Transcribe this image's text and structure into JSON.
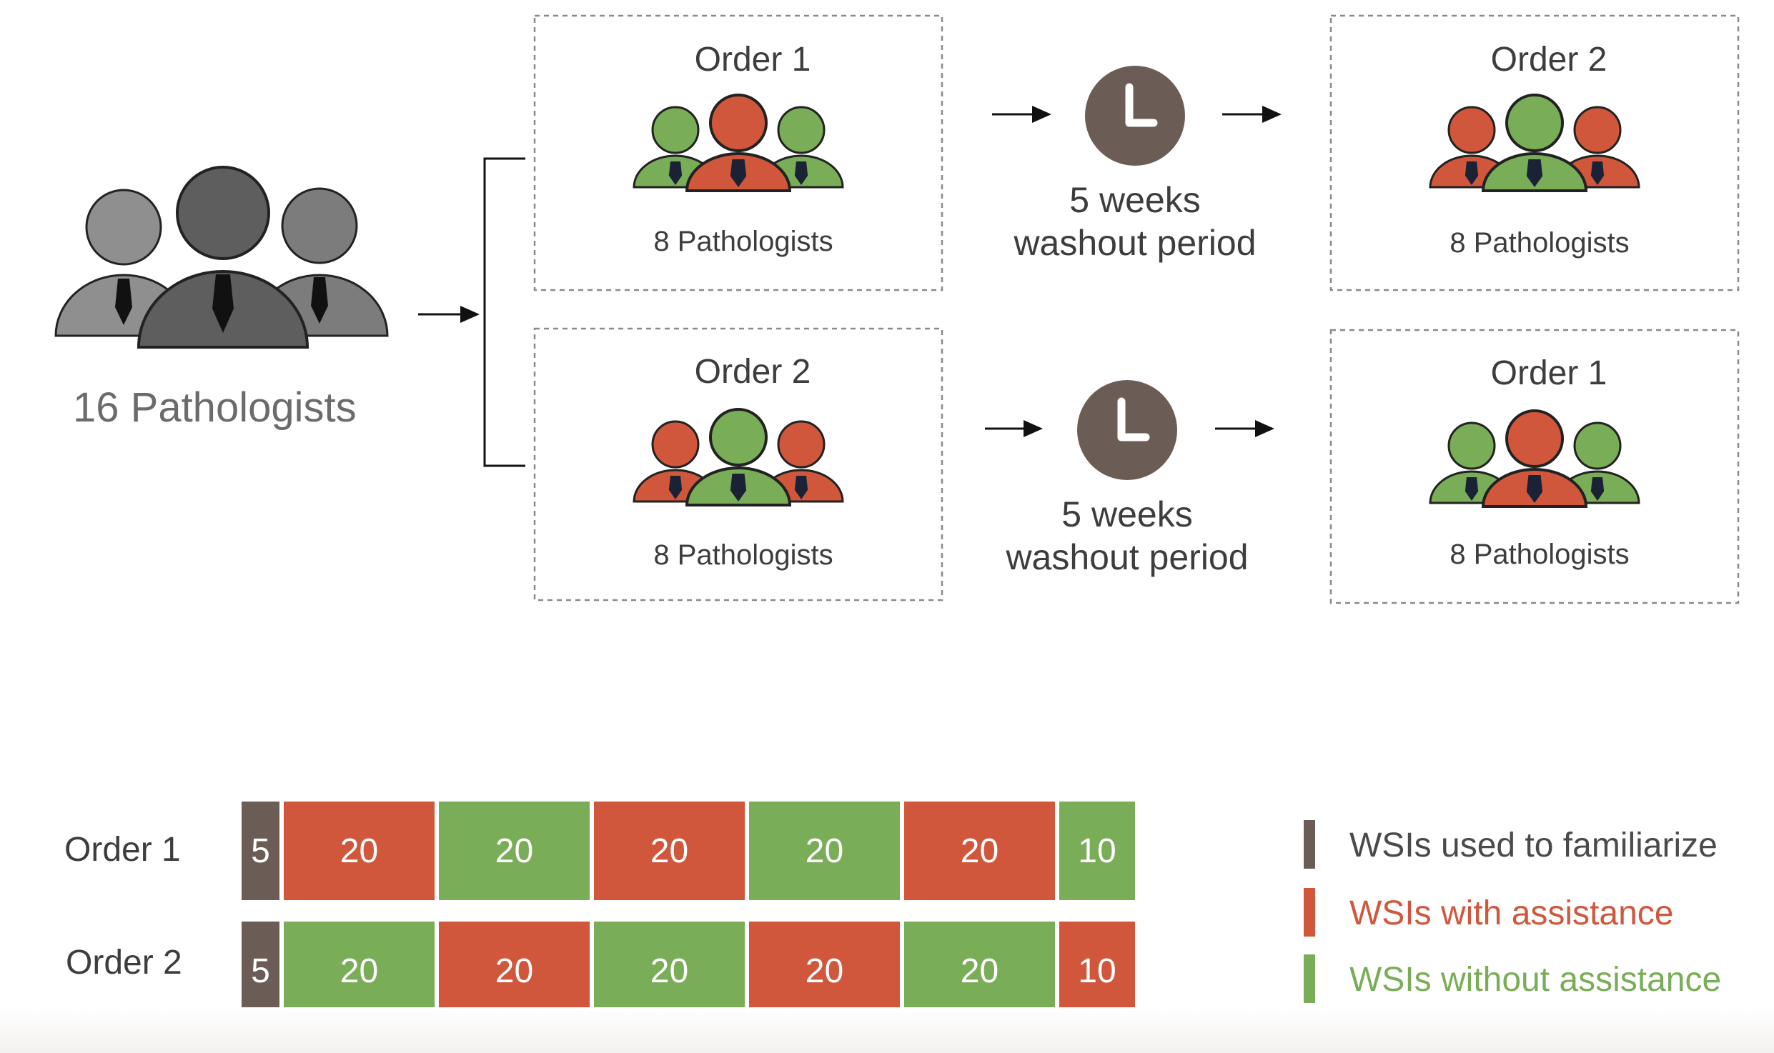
{
  "group": {
    "label": "16 Pathologists"
  },
  "arms": [
    {
      "first": {
        "title": "Order 1",
        "count": "8 Pathologists"
      },
      "washout": {
        "line1": "5 weeks",
        "line2": "washout period"
      },
      "second": {
        "title": "Order 2",
        "count": "8 Pathologists"
      }
    },
    {
      "first": {
        "title": "Order 2",
        "count": "8 Pathologists"
      },
      "washout": {
        "line1": "5 weeks",
        "line2": "washout period"
      },
      "second": {
        "title": "Order 1",
        "count": "8 Pathologists"
      }
    }
  ],
  "sequence": {
    "rows": [
      {
        "label": "Order 1",
        "segments": [
          {
            "value": "5",
            "kind": "familiarize"
          },
          {
            "value": "20",
            "kind": "with"
          },
          {
            "value": "20",
            "kind": "without"
          },
          {
            "value": "20",
            "kind": "with"
          },
          {
            "value": "20",
            "kind": "without"
          },
          {
            "value": "20",
            "kind": "with"
          },
          {
            "value": "10",
            "kind": "without"
          }
        ]
      },
      {
        "label": "Order 2",
        "segments": [
          {
            "value": "5",
            "kind": "familiarize"
          },
          {
            "value": "20",
            "kind": "without"
          },
          {
            "value": "20",
            "kind": "with"
          },
          {
            "value": "20",
            "kind": "without"
          },
          {
            "value": "20",
            "kind": "with"
          },
          {
            "value": "20",
            "kind": "without"
          },
          {
            "value": "10",
            "kind": "with"
          }
        ]
      }
    ]
  },
  "legend": [
    {
      "label": "WSIs used to familiarize",
      "kind": "familiarize"
    },
    {
      "label": "WSIs with assistance",
      "kind": "with"
    },
    {
      "label": "WSIs without assistance",
      "kind": "without"
    }
  ],
  "colors": {
    "familiarize": "#6b5d55",
    "with": "#d0573c",
    "without": "#7aad57",
    "clock": "#6b5d55",
    "grey_person": "#8f8f8f",
    "dark_person": "#5e5e5e"
  },
  "icons": {
    "group": "three-grey-people-icon",
    "clock": "clock-icon",
    "arrow": "arrow-right-icon"
  }
}
